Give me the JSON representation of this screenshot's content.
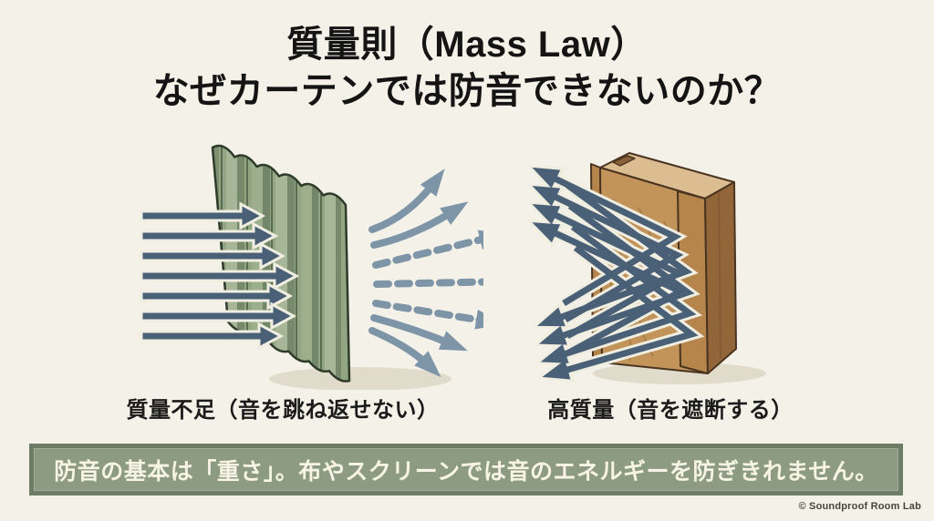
{
  "slide": {
    "title": {
      "line1": "質量則（Mass Law）",
      "line2": "なぜカーテンでは防音できないのか？"
    },
    "left_figure": {
      "caption": "質量不足（音を跳ね返せない）",
      "illustration": "curtain-with-sound-passing-through"
    },
    "right_figure": {
      "caption": "高質量（音を遮断する）",
      "illustration": "wood-panel-reflecting-sound"
    },
    "banner": {
      "text": "防音の基本は「重さ」。布やスクリーンでは音のエネルギーを防ぎきれません。"
    },
    "credit": "© Soundproof Room Lab",
    "colors": {
      "background": "#f4f1e8",
      "title_text": "#141414",
      "arrow_dark": "#4a6077",
      "arrow_light": "#7e95a8",
      "arrow_outline": "#f0ede1",
      "curtain_green": "#93a683",
      "curtain_shadow_green": "#7d9070",
      "wood_front": "#c2945a",
      "wood_side": "#936639",
      "wood_top": "#dcbd92",
      "banner_fill": "#8c9b82",
      "banner_border": "#6e7d66",
      "banner_text": "#f7f4e6"
    }
  }
}
